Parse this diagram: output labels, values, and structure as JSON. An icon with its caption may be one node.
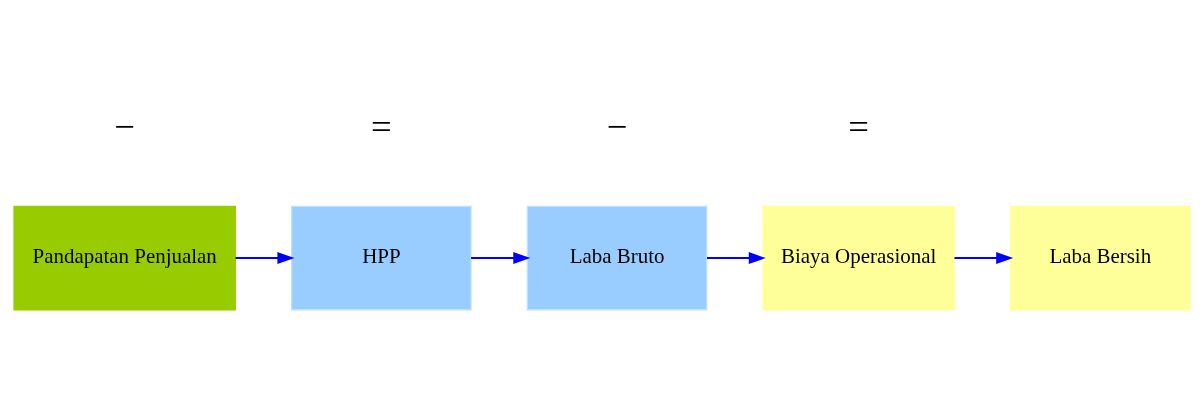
{
  "diagram": {
    "nodes": [
      {
        "text": [
          "Pandapatan Penjualan"
        ]
      },
      {
        "text": [
          "HPP"
        ]
      },
      {
        "text": [
          "Laba Bruto"
        ]
      },
      {
        "text": [
          "Biaya Operasional"
        ]
      },
      {
        "text": [
          "Laba Bersih"
        ]
      }
    ],
    "edges": [
      {
        "from": 0,
        "to": 1,
        "arrow": "to"
      },
      {
        "from": 1,
        "to": 2,
        "arrow": "to"
      },
      {
        "from": 2,
        "to": 3,
        "arrow": "to"
      },
      {
        "from": 3,
        "to": 4,
        "arrow": "to"
      }
    ],
    "labels": [
      "−",
      "=",
      "−",
      "="
    ]
  }
}
